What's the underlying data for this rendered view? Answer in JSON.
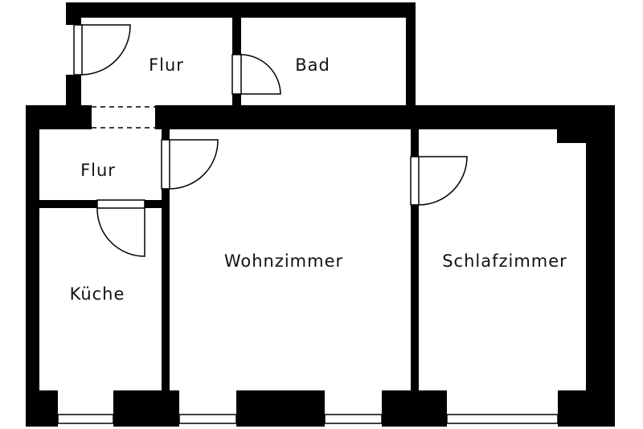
{
  "floor_plan": {
    "rooms": {
      "flur_top": "Flur",
      "bad": "Bad",
      "flur_left": "Flur",
      "kueche": "Küche",
      "wohnzimmer": "Wohnzimmer",
      "schlafzimmer": "Schlafzimmer"
    },
    "colors": {
      "wall": "#000000",
      "background": "#ffffff"
    }
  }
}
